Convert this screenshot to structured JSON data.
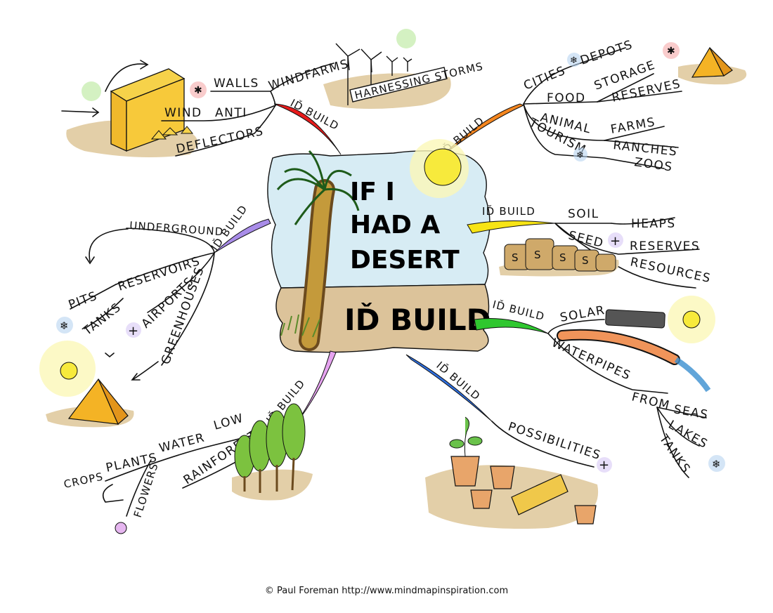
{
  "central": {
    "title_lines": [
      "IF I",
      "HAD A",
      "DESERT"
    ],
    "subtitle": "IĎ BUILD"
  },
  "branch_label": "IĎ BUILD",
  "branches": {
    "walls": {
      "color": "#e81b1b",
      "nodes": [
        "WALLS",
        "WINDFARMS",
        "WIND",
        "ANTI",
        "DEFLECTORS"
      ],
      "sign": "HARNESSING STORMS"
    },
    "cities": {
      "color": "#f5861f",
      "nodes": [
        "CITIES",
        "DEPOTS",
        "FOOD",
        "STORAGE",
        "RESERVES",
        "ANIMAL",
        "FARMS",
        "RANCHES",
        "TOURISM",
        "ZOOS"
      ]
    },
    "soil": {
      "color": "#f7e414",
      "nodes": [
        "SOIL",
        "HEAPS",
        "SEED",
        "RESERVES",
        "RESOURCES"
      ],
      "bag_letter": "S"
    },
    "solar": {
      "color": "#2fc72f",
      "nodes": [
        "SOLAR",
        "WATERPIPES",
        "FROM",
        "SEAS",
        "LAKES",
        "TANKS"
      ]
    },
    "possibilities": {
      "color": "#2f6fe0",
      "nodes": [
        "POSSIBILITIES"
      ]
    },
    "rainforests": {
      "color": "#e6a3f0",
      "nodes": [
        "LOW",
        "WATER",
        "PLANTS",
        "CROPS",
        "FLOWERS",
        "RAINFORESTS"
      ]
    },
    "underground": {
      "color": "#a88ce8",
      "nodes": [
        "UNDERGROUND",
        "RESERVOIRS",
        "PITS",
        "TANKS",
        "AIRPORTS",
        "GREENHOUSES"
      ]
    }
  },
  "credit": "© Paul Foreman http://www.mindmapinspiration.com"
}
